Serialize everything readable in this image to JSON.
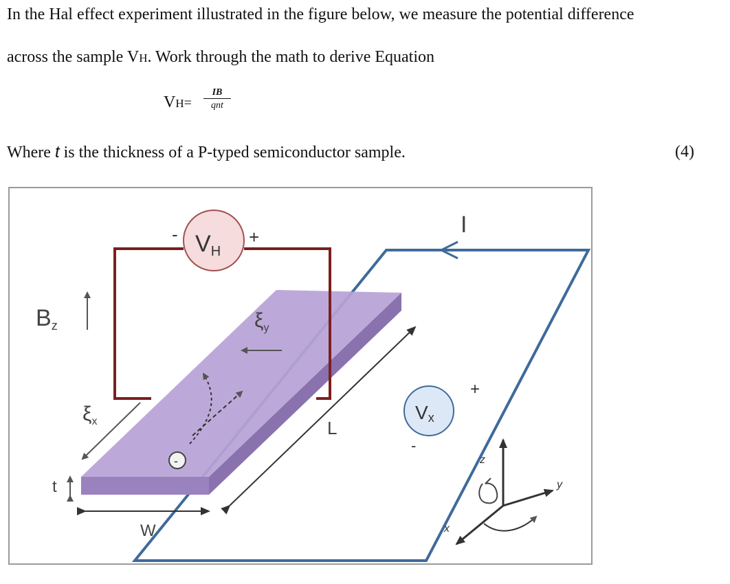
{
  "question": {
    "line1": "In the Hal effect experiment illustrated in the figure below, we measure the potential difference",
    "line2_prefix": "across the sample V",
    "line2_sub": "H",
    "line2_suffix": ". Work through the math to derive Equation",
    "line3_prefix": "Where ",
    "line3_var": "t",
    "line3_suffix": " is the thickness of a P-typed semiconductor sample.",
    "marks": "(4)"
  },
  "equation": {
    "lhs": "V",
    "lhs_sub": "H",
    "equals": "=",
    "numerator": "IB",
    "denominator": "qnt"
  },
  "figure": {
    "labels": {
      "current": "I",
      "vh_meter": "V",
      "vh_sub": "H",
      "vh_minus": "-",
      "vh_plus": "+",
      "bz": "B",
      "bz_sub": "z",
      "ey": "ξ",
      "ey_sub": "y",
      "ex": "ξ",
      "ex_sub": "x",
      "length": "L",
      "width": "W",
      "thickness": "t",
      "vx_meter": "V",
      "vx_sub": "x",
      "vx_plus": "+",
      "vx_minus": "-",
      "charge": "-",
      "axis_z": "z",
      "axis_x": "x",
      "axis_y": "y"
    },
    "colors": {
      "circuit_red": "#7a1f1f",
      "circuit_blue": "#3f6a9a",
      "sample_top": "#b8a2d6",
      "sample_side": "#9a82be",
      "vh_fill": "#f6dcdc",
      "vx_fill": "#dde8f6"
    }
  }
}
